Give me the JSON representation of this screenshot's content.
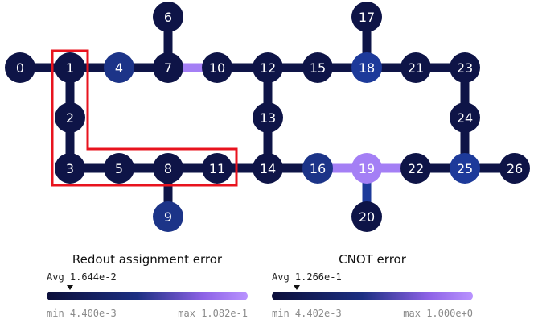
{
  "diagram": {
    "colors": {
      "dark": "#0e1447",
      "mid_blue": "#1c3488",
      "blue": "#1d3a9a",
      "purple_light": "#a47ff5",
      "highlight_box": "#e8131e"
    },
    "qubits": [
      {
        "id": "0",
        "color": "dark"
      },
      {
        "id": "1",
        "color": "dark"
      },
      {
        "id": "4",
        "color": "mid_blue"
      },
      {
        "id": "7",
        "color": "dark"
      },
      {
        "id": "10",
        "color": "dark"
      },
      {
        "id": "12",
        "color": "dark"
      },
      {
        "id": "15",
        "color": "dark"
      },
      {
        "id": "18",
        "color": "blue"
      },
      {
        "id": "21",
        "color": "dark"
      },
      {
        "id": "23",
        "color": "dark"
      },
      {
        "id": "6",
        "color": "dark"
      },
      {
        "id": "17",
        "color": "dark"
      },
      {
        "id": "2",
        "color": "dark"
      },
      {
        "id": "13",
        "color": "dark"
      },
      {
        "id": "24",
        "color": "dark"
      },
      {
        "id": "3",
        "color": "dark"
      },
      {
        "id": "5",
        "color": "dark"
      },
      {
        "id": "8",
        "color": "dark"
      },
      {
        "id": "11",
        "color": "dark"
      },
      {
        "id": "14",
        "color": "dark"
      },
      {
        "id": "16",
        "color": "mid_blue"
      },
      {
        "id": "19",
        "color": "purple_light"
      },
      {
        "id": "22",
        "color": "dark"
      },
      {
        "id": "25",
        "color": "blue"
      },
      {
        "id": "26",
        "color": "dark"
      },
      {
        "id": "9",
        "color": "mid_blue"
      },
      {
        "id": "20",
        "color": "dark"
      }
    ],
    "couplers": [
      {
        "a": "0",
        "b": "1",
        "color": "dark"
      },
      {
        "a": "1",
        "b": "4",
        "color": "dark"
      },
      {
        "a": "4",
        "b": "7",
        "color": "dark"
      },
      {
        "a": "7",
        "b": "10",
        "color": "purple_light"
      },
      {
        "a": "10",
        "b": "12",
        "color": "dark"
      },
      {
        "a": "12",
        "b": "15",
        "color": "dark"
      },
      {
        "a": "15",
        "b": "18",
        "color": "dark"
      },
      {
        "a": "18",
        "b": "21",
        "color": "dark"
      },
      {
        "a": "21",
        "b": "23",
        "color": "dark"
      },
      {
        "a": "6",
        "b": "7",
        "color": "dark"
      },
      {
        "a": "17",
        "b": "18",
        "color": "dark"
      },
      {
        "a": "1",
        "b": "2",
        "color": "dark"
      },
      {
        "a": "2",
        "b": "3",
        "color": "dark"
      },
      {
        "a": "12",
        "b": "13",
        "color": "dark"
      },
      {
        "a": "13",
        "b": "14",
        "color": "dark"
      },
      {
        "a": "23",
        "b": "24",
        "color": "dark"
      },
      {
        "a": "24",
        "b": "25",
        "color": "dark"
      },
      {
        "a": "3",
        "b": "5",
        "color": "dark"
      },
      {
        "a": "5",
        "b": "8",
        "color": "dark"
      },
      {
        "a": "8",
        "b": "11",
        "color": "dark"
      },
      {
        "a": "11",
        "b": "14",
        "color": "dark"
      },
      {
        "a": "14",
        "b": "16",
        "color": "dark"
      },
      {
        "a": "16",
        "b": "19",
        "color": "purple_light"
      },
      {
        "a": "19",
        "b": "22",
        "color": "purple_light"
      },
      {
        "a": "22",
        "b": "25",
        "color": "dark"
      },
      {
        "a": "25",
        "b": "26",
        "color": "dark"
      },
      {
        "a": "8",
        "b": "9",
        "color": "dark"
      },
      {
        "a": "19",
        "b": "20",
        "color": "blue"
      }
    ],
    "highlight_path": [
      "1",
      "2",
      "3",
      "5",
      "8",
      "11"
    ]
  },
  "legends": {
    "readout": {
      "title": "Redout assignment error",
      "avg": "Avg 1.644e-2",
      "avg_fraction": 0.117,
      "min": "min 4.400e-3",
      "max": "max 1.082e-1"
    },
    "cnot": {
      "title": "CNOT error",
      "avg": "Avg 1.266e-1",
      "avg_fraction": 0.123,
      "min": "min 4.402e-3",
      "max": "max 1.000e+0"
    }
  }
}
